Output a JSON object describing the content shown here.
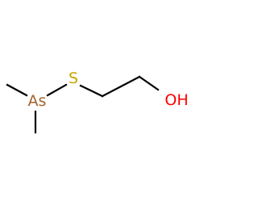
{
  "molecule": {
    "atoms": [
      {
        "id": "c_methyl_top",
        "element": "C",
        "label": ""
      },
      {
        "id": "c_methyl_bottom",
        "element": "C",
        "label": ""
      },
      {
        "id": "as",
        "element": "As",
        "label": "As",
        "color": "#a3622a"
      },
      {
        "id": "s",
        "element": "S",
        "label": "S",
        "color": "#c8a500"
      },
      {
        "id": "c1",
        "element": "C",
        "label": ""
      },
      {
        "id": "c2",
        "element": "C",
        "label": ""
      },
      {
        "id": "o",
        "element": "O",
        "label": "OH",
        "color": "#ff0000"
      }
    ],
    "bonds": [
      {
        "from": "c_methyl_top",
        "to": "as",
        "order": 1
      },
      {
        "from": "as",
        "to": "c_methyl_bottom",
        "order": 1
      },
      {
        "from": "as",
        "to": "s",
        "order": 1
      },
      {
        "from": "s",
        "to": "c1",
        "order": 1
      },
      {
        "from": "c1",
        "to": "c2",
        "order": 1
      },
      {
        "from": "c2",
        "to": "o",
        "order": 1
      }
    ]
  }
}
